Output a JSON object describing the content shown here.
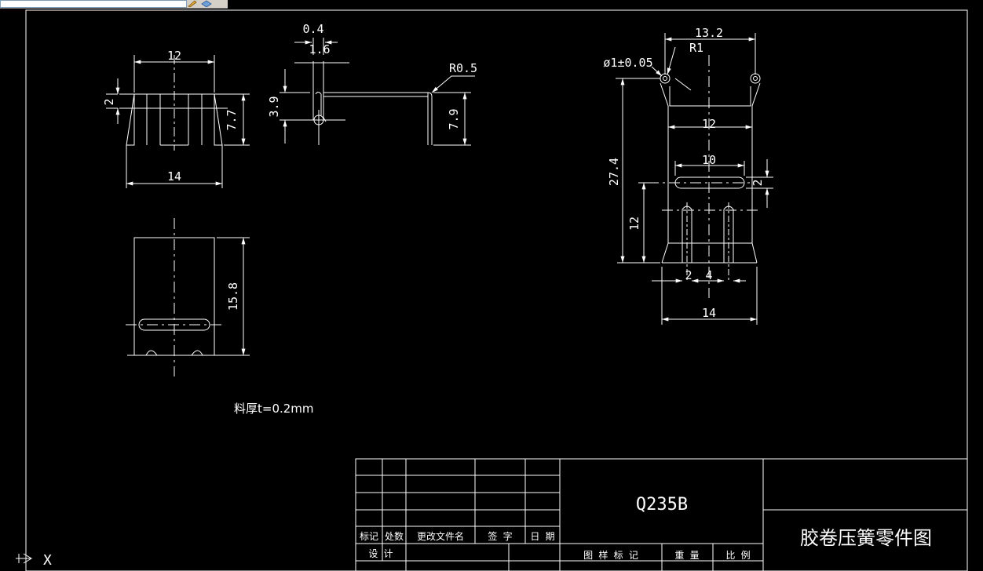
{
  "dimensions": {
    "top_width": "12",
    "top_slot_height": "2",
    "top_height": "7.7",
    "top_bottom_width": "14",
    "side_thickness": "0.4",
    "side_tab": "1.6",
    "side_height": "3.9",
    "side_radius": "R0.5",
    "side_total": "7.9",
    "flat_height": "15.8",
    "right_width": "13.2",
    "right_radius": "R1",
    "hole": "ø1±0.05",
    "right_inner_width": "12",
    "slot_width": "10",
    "slot_height": "2",
    "total_height": "27.4",
    "lower_height": "12",
    "tab_width": "2",
    "tab_gap": "4",
    "bottom_width": "14"
  },
  "note": "料厚t=0.2mm",
  "title_block": {
    "material": "Q235B",
    "drawing_title": "胶卷压簧零件图",
    "headers": [
      "标记",
      "处数",
      "更改文件名",
      "签 字",
      "日 期"
    ],
    "design_label": "设 计",
    "stage_label": "图 样 标 记",
    "weight_label": "重 量",
    "scale_label": "比 例"
  },
  "ucs": {
    "x_label": "X"
  },
  "colors": {
    "background": "#000000",
    "line": "#ffffff"
  },
  "icons": [
    "dropdown-arrow-icon",
    "pencil-icon",
    "layer-icon"
  ]
}
